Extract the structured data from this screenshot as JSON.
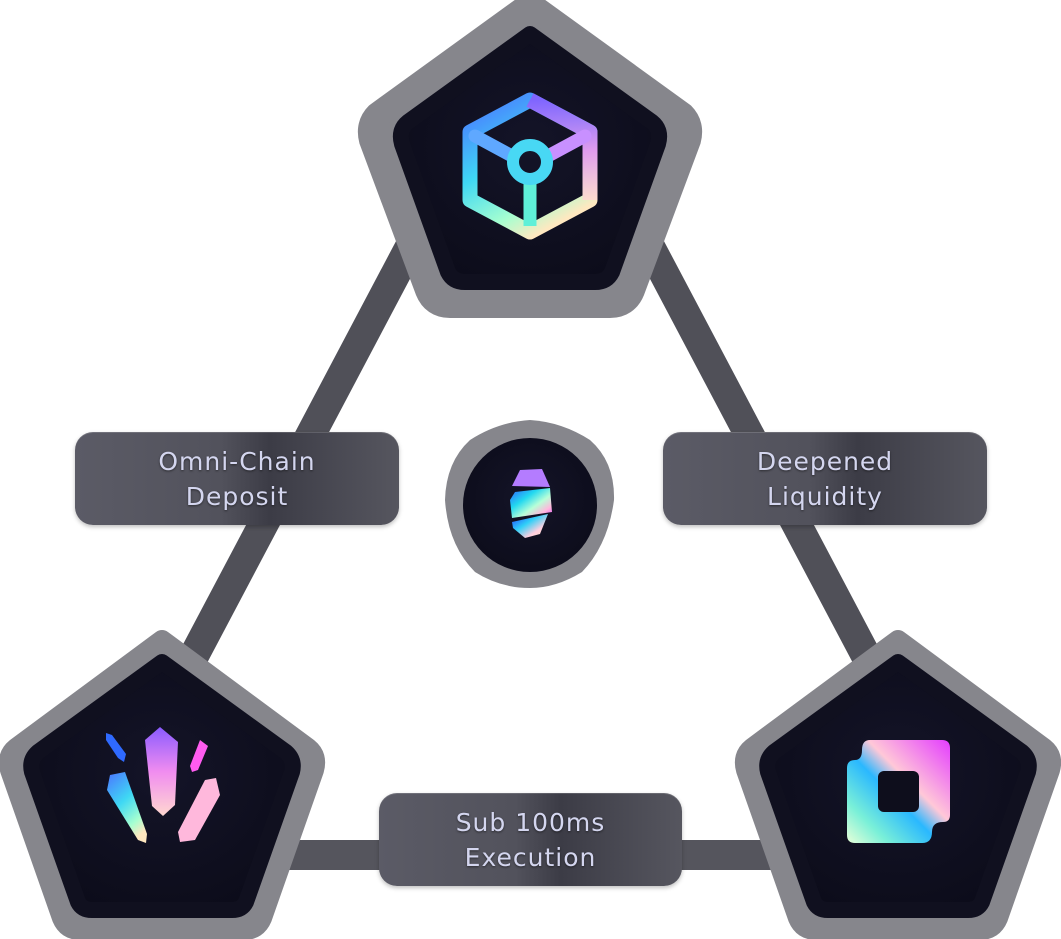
{
  "diagram": {
    "title": "",
    "nodes": [
      {
        "id": "top",
        "icon": "cube-icon"
      },
      {
        "id": "center",
        "icon": "stone-icon"
      },
      {
        "id": "bottom-left",
        "icon": "crystals-icon"
      },
      {
        "id": "bottom-right",
        "icon": "square-ring-icon"
      }
    ],
    "labels": {
      "left": {
        "line1": "Omni-Chain",
        "line2": "Deposit"
      },
      "right": {
        "line1": "Deepened",
        "line2": "Liquidity"
      },
      "bottom": {
        "line1": "Sub 100ms",
        "line2": "Execution"
      }
    },
    "colors": {
      "connector": "#4a4a52",
      "frame": "#86868c",
      "node_fill": "#10101f",
      "label_bg": "#55555e",
      "label_text": "#d4d6ef",
      "gradient": [
        "#2f5bff",
        "#22e0f0",
        "#a8ffd0",
        "#ffd8b8",
        "#ff9ee0",
        "#e44cff"
      ]
    }
  }
}
